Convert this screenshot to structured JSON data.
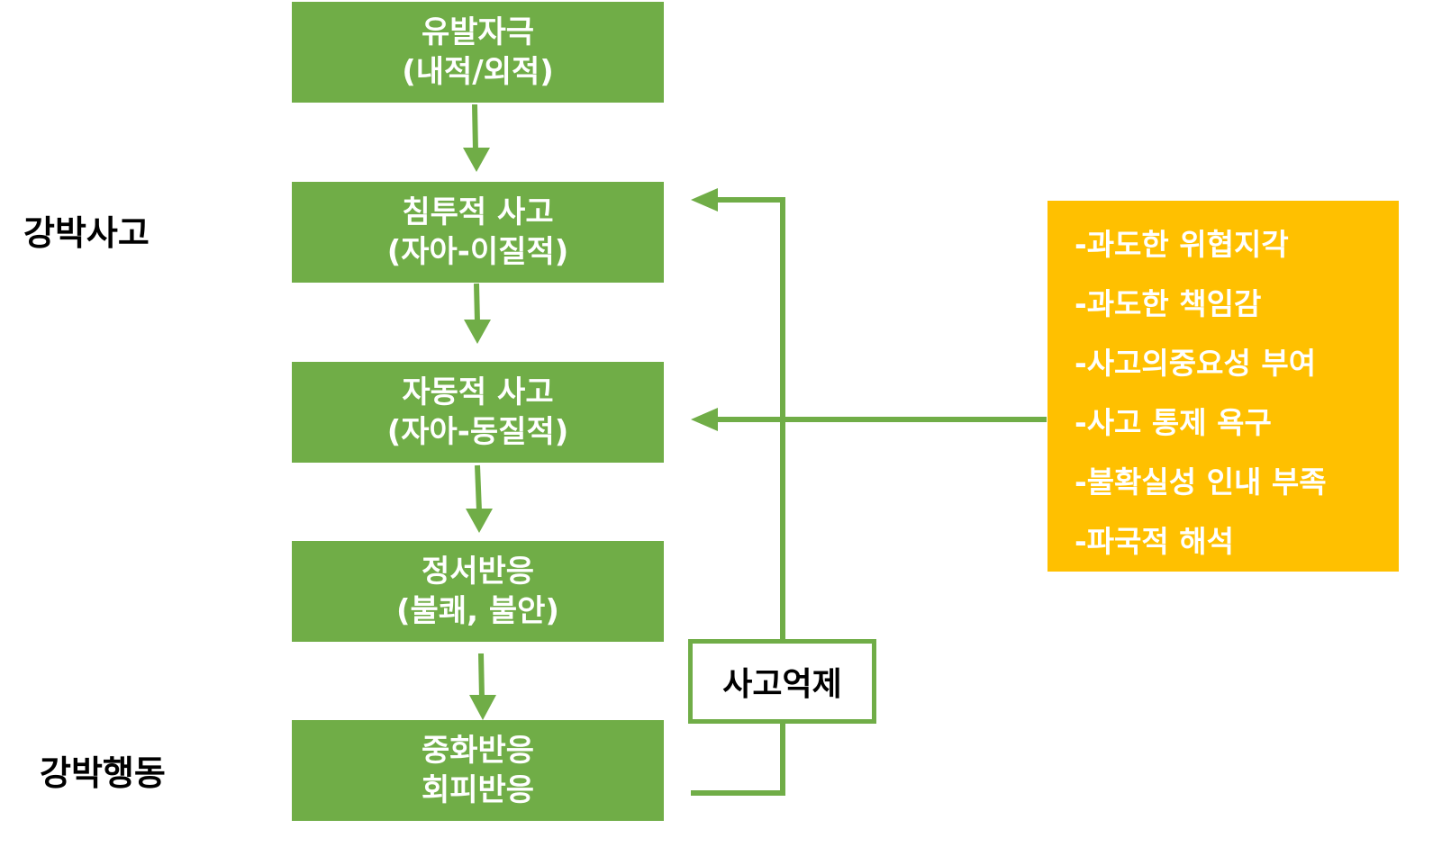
{
  "colors": {
    "green": "#70ad47",
    "orange": "#ffc000",
    "text_on_box": "#ffffff",
    "label": "#000000"
  },
  "labels": {
    "obsessive_thought": "강박사고",
    "obsessive_behavior": "강박행동"
  },
  "flow": [
    {
      "line1": "유발자극",
      "line2": "(내적/외적)"
    },
    {
      "line1": "침투적 사고",
      "line2": "(자아-이질적)"
    },
    {
      "line1": "자동적 사고",
      "line2": "(자아-동질적)"
    },
    {
      "line1": "정서반응",
      "line2": "(불쾌, 불안)"
    },
    {
      "line1": "중화반응",
      "line2": "회피반응"
    }
  ],
  "factors": [
    "-과도한 위협지각",
    "-과도한 책임감",
    "-사고의중요성 부여",
    "-사고 통제 욕구",
    "-불확실성 인내 부족",
    "-파국적 해석"
  ],
  "suppression": "사고억제"
}
